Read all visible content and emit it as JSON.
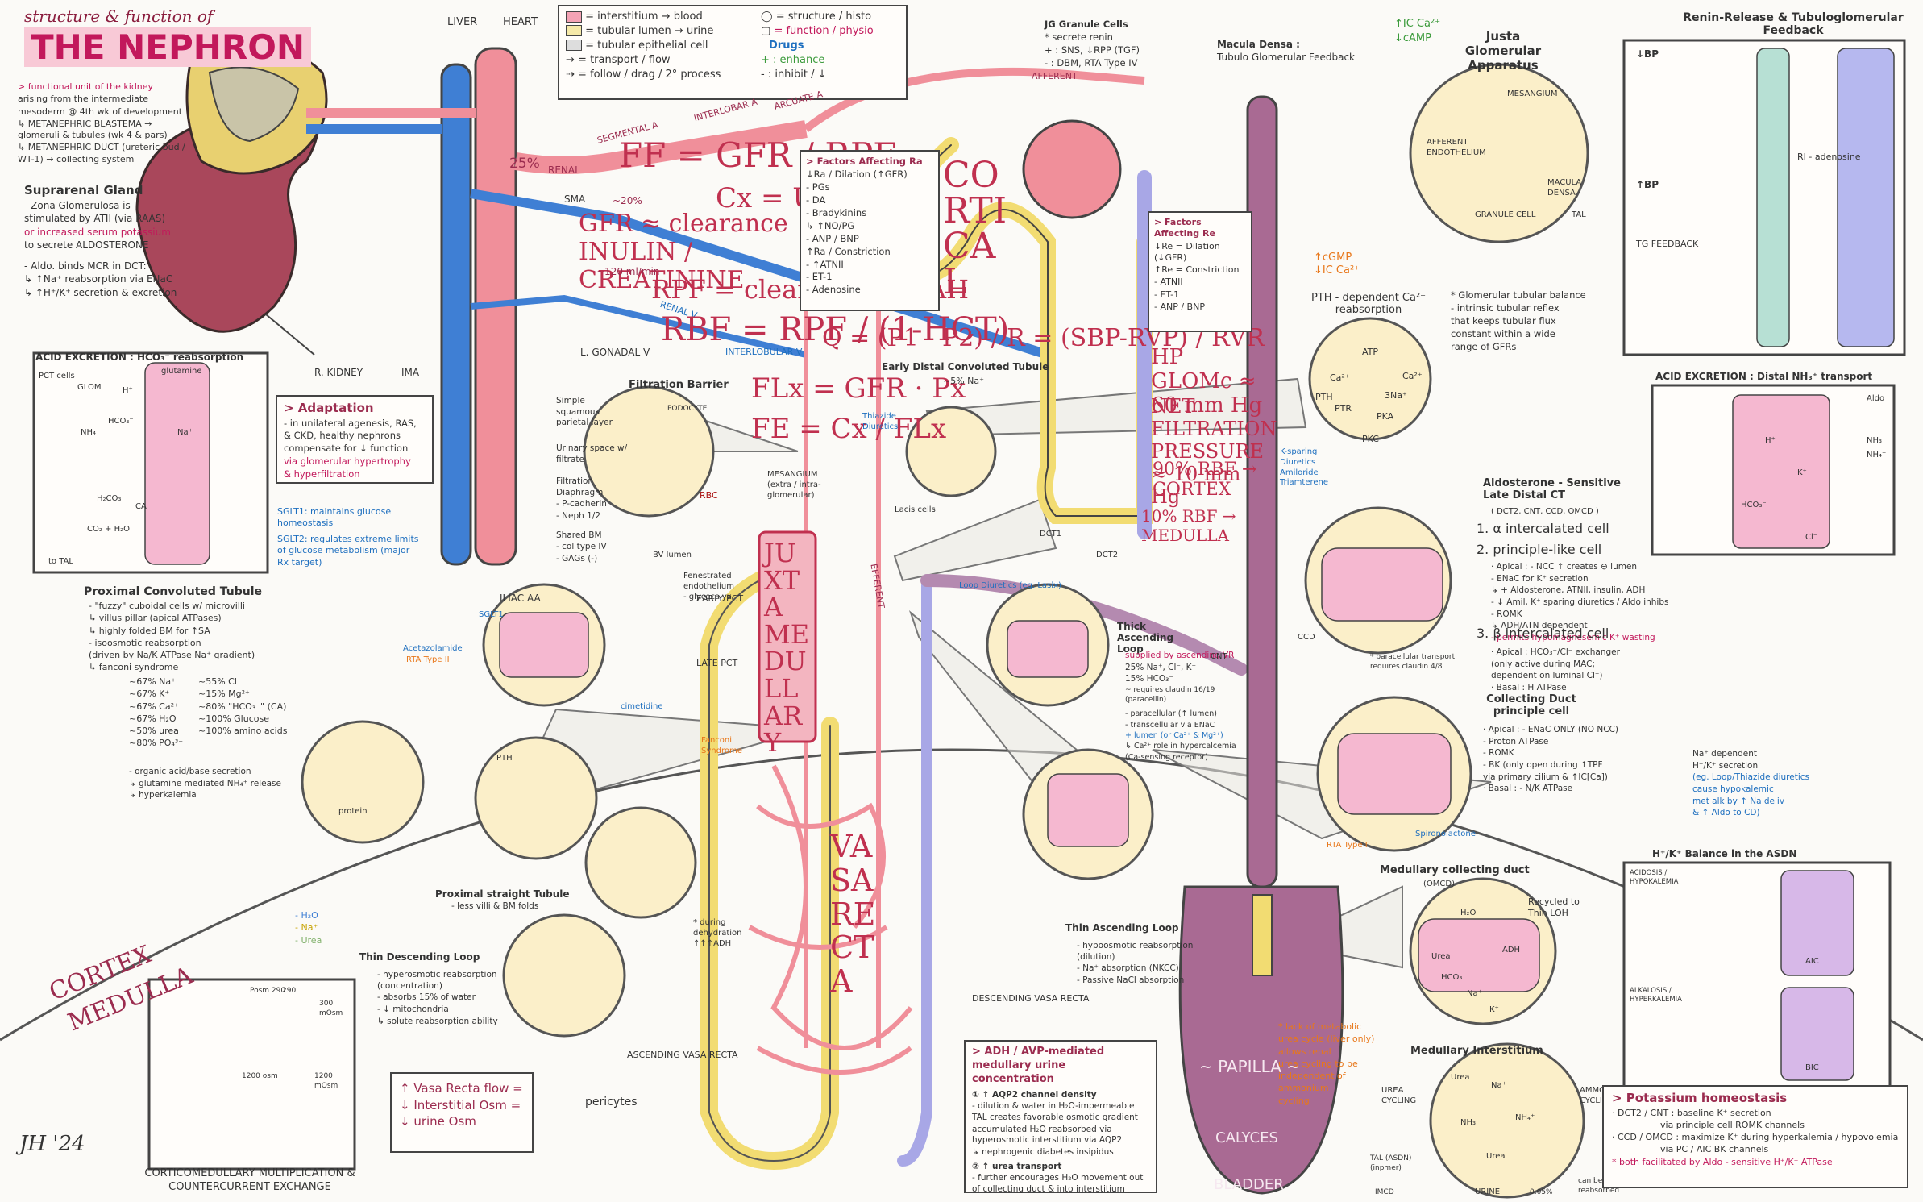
{
  "title": {
    "line1": "structure & function of",
    "line2": "THE NEPHRON",
    "intro": [
      "> functional unit of the kidney",
      "arising from the intermediate",
      "mesoderm @ 4th wk of development",
      "↳ METANEPHRIC BLASTEMA → glomeruli & tubules (wk 4 & pars)",
      "↳ METANEPHRIC DUCT (ureteric bud / WT-1) → collecting system"
    ]
  },
  "suprarenal": {
    "header": "Suprarenal Gland",
    "lines": [
      "- Zona Glomerulosa is",
      "stimulated by ATII (via RAAS)",
      "or increased serum potassium",
      "to secrete ALDOSTERONE",
      "- Aldo. binds MCR in DCT:",
      "↳ ↑Na⁺ reabsorption via ENaC",
      "↳ ↑H⁺/K⁺ secretion & excretion"
    ]
  },
  "legend": {
    "items": [
      {
        "label": "= interstitium → blood",
        "color": "#f4a3b5"
      },
      {
        "label": "= tubular lumen → urine",
        "color": "#f5e9a8"
      },
      {
        "label": "= tubular epithelial cell",
        "color": "#ddd"
      },
      {
        "label": "= transport / flow",
        "color": ""
      },
      {
        "label": "= follow / drag / 2° process",
        "color": ""
      }
    ],
    "right": [
      "= structure / histo",
      "= function / physio"
    ],
    "drugs_header": "Drugs",
    "enhance": "+ : enhance",
    "inhibit": "- : inhibit / ↓"
  },
  "vessels": {
    "liver": "LIVER",
    "heart": "HEART",
    "renal": "RENAL",
    "renal_pct": "25%",
    "sma": "SMA",
    "ima": "IMA",
    "r_kidney": "R. KIDNEY",
    "l_gonadal": "L. GONADAL V",
    "iliac": "ILIAC AA",
    "renal_v": "RENAL V",
    "segmental": "SEGMENTAL A",
    "interlobar": "INTERLOBAR A",
    "arcuate": "ARCUATE A",
    "afferent": "AFFERENT",
    "efferent": "EFFERENT",
    "interlobular": "INTERLOBULAR V"
  },
  "formulas": {
    "ff": "FF = GFR / RPF",
    "ff_pct": "~20%",
    "gfr": "GFR ≈ clearance INULIN / CREATININE",
    "gfr_val": "~120 ml/min",
    "cx": "Cx = Ux·V / Px",
    "rpf": "RPF = clearance of PAH",
    "rbf": "RBF = RPF / (1-HCT)",
    "q": "Q = (P1 - P2) / R = (SBP-RVP) / RVR",
    "fl": "FLx = GFR · Px",
    "fe": "FE = Cx / FLx"
  },
  "ra_factors": {
    "header": "> Factors Affecting Ra",
    "lines": [
      "↓Ra / Dilation (↑GFR)",
      "- PGs",
      "- DA",
      "- Bradykinins",
      "↳ ↑NO/PG",
      "- ANP / BNP",
      "↑Ra / Constriction",
      "- ↑ATNII",
      "- ET-1",
      "- Adenosine"
    ]
  },
  "cortical": "CORTICAL",
  "juxtamedullary": "JUXTA MEDULLARY",
  "vasa_recta": "VASA RECTA",
  "re_factors": {
    "header": "> Factors Affecting Re",
    "lines": [
      "↓Re = Dilation (↓GFR)",
      "↑Re = Constriction",
      "- ATNII",
      "- ET-1",
      "- ANP / BNP"
    ]
  },
  "pressures": {
    "hp": "HP GLOMc ≈ 60 mm Hg",
    "net": "NET FILTRATION PRESSURE ≈ 10 mm Hg",
    "rbf90": "90% RBF → CORTEX",
    "rbf10": "10% RBF → MEDULLA"
  },
  "jg": {
    "header": "JG Granule Cells",
    "lines": [
      "* secrete renin",
      "+ : SNS, ↓RPP (TGF)",
      "- : DBM, RTA Type IV"
    ]
  },
  "macula": {
    "header": "Macula Densa :",
    "sub": "Tubulo Glomerular Feedback"
  },
  "jga": {
    "header": "Justa Glomerular Apparatus",
    "labels": [
      "MESANGIUM",
      "AFFERENT ENDOTHELIUM",
      "GRANULE CELL",
      "MACULA DENSA",
      "TAL"
    ],
    "note": [
      "* Glomerular tubular balance",
      "- intrinsic tubular reflex",
      "that keeps tubular flux",
      "constant within a wide",
      "range of GFRs"
    ]
  },
  "renin": {
    "header": "Renin-Release & Tubuloglomerular Feedback",
    "labels": [
      "↓BP",
      "↑BP",
      "RI - adenosine",
      "TG FEEDBACK"
    ]
  },
  "top_drugs": {
    "ca": "↑IC Ca²⁺",
    "camp": "↓cAMP",
    "cgmp": "↑cGMP",
    "icca": "↓IC Ca²⁺"
  },
  "acid_hco3": {
    "header": "ACID EXCRETION : HCO₃⁻ reabsorption",
    "labels": [
      "PCT cells",
      "GLOM",
      "glutamine",
      "NH₄⁺",
      "HCO₃⁻",
      "H₂CO₃",
      "CO₂ + H₂O",
      "to TAL",
      "Na⁺",
      "H⁺",
      "CA"
    ]
  },
  "adaptation": {
    "header": "> Adaptation",
    "lines": [
      "- in unilateral agenesis, RAS,",
      "& CKD, healthy nephrons",
      "compensate for ↓ function",
      "via glomerular hypertrophy",
      "& hyperfiltration"
    ],
    "sglt1": "SGLT1: maintains glucose homeostasis",
    "sglt2": "SGLT2: regulates extreme limits of glucose metabolism (major Rx target)"
  },
  "filtration": {
    "header": "Filtration Barrier",
    "lines": [
      "Simple squamous parietal layer",
      "Urinary space w/ filtrate",
      "Filtration Diaphragm",
      "- P-cadherin",
      "- Neph 1/2",
      "Shared BM",
      "- col type IV",
      "- GAGs (-)",
      "Fenestrated endothelium",
      "- glycocalyx",
      "BV lumen"
    ],
    "podocyte": "PODOCYTE",
    "rbc": "RBC",
    "mesangium": "MESANGIUM (extra / intra-glomerular)",
    "lacis": "Lacis cells"
  },
  "pct": {
    "header": "Proximal Convoluted Tubule",
    "lines": [
      "- \"fuzzy\" cuboidal cells w/ microvilli",
      "↳ villus pillar (apical ATPases)",
      "↳ highly folded BM for ↑SA",
      "- isoosmotic reabsorption",
      "(driven by Na/K ATPase Na⁺ gradient)",
      "↳ fanconi syndrome"
    ],
    "pcts": [
      "~67% Na⁺",
      "~67% K⁺",
      "~67% Ca²⁺",
      "~67% H₂O",
      "~50% urea",
      "~80% PO₄³⁻",
      "~55% Cl⁻",
      "~15% Mg²⁺",
      "~80% \"HCO₃⁻\" (CA)",
      "~100% Glucose",
      "~100% amino acids"
    ],
    "organic": [
      "- organic acid/base secretion",
      "↳ glutamine mediated NH₄⁺ release",
      "↳ hyperkalemia"
    ],
    "sglt": "SGLT1",
    "acet": "Acetazolamide",
    "rta2": "RTA Type II",
    "cimetidine": "cimetidine",
    "fanconi": "Fanconi Syndrome",
    "pth": "PTH",
    "protein": "protein",
    "early": "EARLY PCT",
    "late": "LATE PCT"
  },
  "pst": {
    "header": "Proximal straight Tubule",
    "line": "- less villi & BM folds"
  },
  "dehydration": "* during dehydration ↑↑↑ADH",
  "thin_desc": {
    "header": "Thin Descending Loop",
    "lines": [
      "- hyperosmotic reabsorption (concentration)",
      "- absorbs 15% of water",
      "- ↓ mitochondria",
      "↳ solute reabsorption ability"
    ]
  },
  "corticomedullary": {
    "header": "CORTICOMEDULLARY MULTIPLICATION & COUNTERCURRENT EXCHANGE",
    "legend": [
      "- H₂O",
      "- Na⁺",
      "- Urea"
    ],
    "values": [
      "Posm 290",
      "290",
      "1200 osm",
      "300 mOsm",
      "1200 mOsm"
    ]
  },
  "cortex_medulla": {
    "cortex": "CORTEX",
    "medulla": "MEDULLA"
  },
  "vr_flow": [
    "↑ Vasa Recta flow =",
    "↓ Interstitial Osm =",
    "↓ urine Osm"
  ],
  "pericytes": "pericytes",
  "ascending_vr": "ASCENDING VASA RECTA",
  "descending_vr": "DESCENDING VASA RECTA",
  "adh": {
    "header": "> ADH / AVP-mediated medullary urine concentration",
    "lines": [
      "① ↑ AQP2 channel density",
      "- dilution & water in H₂O-impermeable TAL creates favorable osmotic gradient",
      "accumulated H₂O reabsorbed via hyperosmotic interstitium via AQP2",
      "↳ nephrogenic diabetes insipidus",
      "② ↑ urea transport",
      "- further encourages H₂O movement out of collecting duct & into interstitium"
    ]
  },
  "edct": {
    "header": "Early Distal Convoluted Tubule",
    "sub": "~5% Na⁺",
    "thiazide": "Thiazide Diuretics",
    "dct1": "DCT1",
    "dct2": "DCT2"
  },
  "tal": {
    "header": "Thick Ascending Loop",
    "loop_diuretics": "Loop Diuretics (eg. Lasix)",
    "lines": [
      "supplied by ascending VR",
      "25% Na⁺, Cl⁻, K⁺",
      "15% HCO₃⁻",
      "~ requires claudin 16/19 (paracellin)",
      "- paracellular (↑ lumen)",
      "- transcellular via ENaC",
      "+ lumen (or Ca²⁺ & Mg²⁺)",
      "↳ Ca²⁺ role in hypercalcemia",
      "(Ca-sensing receptor)"
    ]
  },
  "thin_asc": {
    "header": "Thin Ascending Loop",
    "lines": [
      "- hypoosmotic reabsorption (dilution)",
      "- Na⁺ absorption (NKCC)",
      "- Passive NaCl absorption"
    ]
  },
  "pth_ca": {
    "header": "PTH - dependent Ca²⁺ reabsorption",
    "labels": [
      "ATP",
      "Ca²⁺",
      "3Na⁺",
      "PKA",
      "PKC",
      "Ca²⁺",
      "PTH",
      "PTR"
    ]
  },
  "aldo": {
    "header": "Aldosterone - Sensitive Late Distal CT",
    "sub": "( DCT2, CNT, CCD, OMCD )",
    "alpha": "1. α intercalated cell",
    "principal": "2. principle-like cell",
    "p_lines": [
      "· Apical : - NCC ↑ creates ⊖ lumen",
      "- ENaC for K⁺ secretion",
      "↳ + Aldosterone, ATNII, insulin, ADH",
      "- ↓ Amil, K⁺ sparing diuretics / Aldo inhibs",
      "- ROMK",
      "↳ ADH/ATN dependent",
      "- permits hypomagnesemic K⁺ wasting"
    ],
    "beta": "3. β intercalated cell",
    "b_lines": [
      "· Apical : HCO₃⁻/Cl⁻ exchanger",
      "(only active during MAC;",
      "dependent on luminal Cl⁻)",
      "· Basal : H ATPase"
    ],
    "paracellular": "* paracellular transport requires claudin 4/8",
    "cnt": "CNT",
    "ccd": "CCD",
    "ksparing": "K-sparing Diuretics",
    "amiloride": "Amiloride",
    "triamterene": "Triamterene"
  },
  "cd_principal": {
    "header": "Collecting Duct principle cell",
    "lines": [
      "· Apical : - ENaC ONLY (NO NCC)",
      "- Proton ATPase",
      "- ROMK",
      "- BK (only open during ↑TPF",
      "via primary cilium & ↑IC[Ca])",
      "· Basal : - N/K ATPase"
    ],
    "note": [
      "Na⁺ dependent",
      "H⁺/K⁺ secretion",
      "(eg. Loop/Thiazide diuretics",
      "cause hypokalemic",
      "met alk by ↑ Na deliv",
      "& ↑ Aldo to CD)"
    ],
    "rta1": "RTA Type I",
    "spiro": "Spironolactone"
  },
  "acid_nh3": {
    "header": "ACID EXCRETION : Distal NH₃⁺ transport",
    "labels": [
      "Aldo",
      "NH₃",
      "NH₄⁺",
      "H⁺",
      "K⁺",
      "HCO₃⁻",
      "Cl⁻"
    ]
  },
  "asdn": {
    "header": "H⁺/K⁺ Balance in the ASDN",
    "acidosis": "ACIDOSIS / HYPOKALEMIA",
    "alkalosis": "ALKALOSIS / HYPERKALEMIA",
    "aic": "AIC",
    "bic": "BIC"
  },
  "medullary_cd": {
    "header": "Medullary collecting duct",
    "sub": "(OMCD)",
    "recycled": "Recycled to Thin LOH",
    "adh": "ADH",
    "labels": [
      "Urea",
      "H₂O",
      "Na⁺",
      "K⁺",
      "HCO₃⁻"
    ]
  },
  "urea_note": [
    "* lack of metabolic",
    "urea cycle (liver only)",
    "allows renal",
    "urea cycling to be",
    "independent of",
    "ammonium",
    "cycling"
  ],
  "interstitium": {
    "header": "Medullary Interstitium",
    "urea_cycling": "UREA CYCLING",
    "ammonium_cycling": "AMMONIUM CYCLING",
    "labels": [
      "Urea",
      "Na⁺",
      "NH₃",
      "NH₄⁺",
      "Urea"
    ],
    "bottom": [
      "TAL (ASDN) (inpmer)",
      "IMCD",
      "URINE",
      "0.05%",
      "can be reabsorbed"
    ]
  },
  "potassium": {
    "header": "> Potassium homeostasis",
    "lines": [
      "· DCT2 / CNT : baseline K⁺ secretion",
      "via principle cell ROMK channels",
      "· CCD / OMCD : maximize K⁺ during hyperkalemia / hypovolemia",
      "via PC / AIC BK channels",
      "* both facilitated by Aldo - sensitive H⁺/K⁺ ATPase"
    ]
  },
  "papilla": {
    "papilla": "~ PAPILLA ~",
    "calyces": "CALYCES",
    "bladder": "BLADDER"
  },
  "signature": "JH '24",
  "colors": {
    "artery": "#f08f9a",
    "vein": "#3f7fd4",
    "tubule_yellow": "#f2dc72",
    "tubule_orange": "#f3b98a",
    "collecting": "#a96a93",
    "accent_pink": "#c2185b",
    "blue_text": "#1e6fbf"
  }
}
